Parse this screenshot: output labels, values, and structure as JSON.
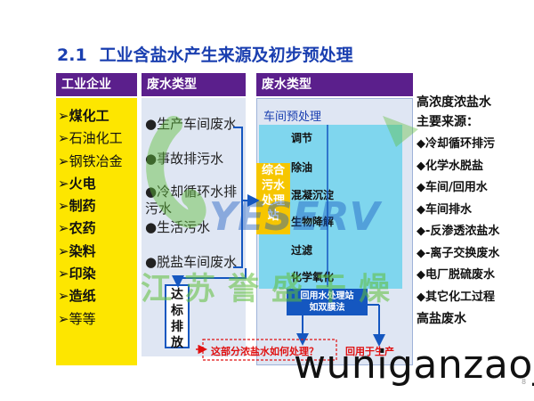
{
  "slide": {
    "section_number": "2.1",
    "title": "工业含盐水产生来源及初步预处理",
    "page_number": "8"
  },
  "industry": {
    "header": "工业企业",
    "items": [
      {
        "label": "➢煤化工",
        "bold": true
      },
      {
        "label": "➢石油化工",
        "bold": false
      },
      {
        "label": "➢钢铁冶金",
        "bold": false
      },
      {
        "label": "➢火电",
        "bold": true
      },
      {
        "label": "➢制药",
        "bold": true
      },
      {
        "label": "➢农药",
        "bold": true
      },
      {
        "label": "➢染料",
        "bold": true
      },
      {
        "label": "➢印染",
        "bold": true
      },
      {
        "label": "➢造纸",
        "bold": true
      },
      {
        "label": "➢等等",
        "bold": false
      }
    ]
  },
  "wastewater": {
    "header": "废水类型",
    "items": [
      "●生产车间废水",
      "●事故排污水",
      "●冷却循环水排污水",
      "●生活污水",
      "●脱盐车间废水"
    ]
  },
  "pretreatment": {
    "header": "废水类型",
    "subtitle": "车间预处理",
    "side_label": "综合污水处理站",
    "stages": [
      "调节",
      "除油",
      "混凝沉淀",
      "生物降解",
      "过滤",
      "化学氧化"
    ],
    "station_line1": "回用水处理站",
    "station_line2": "如双膜法"
  },
  "discharge_label": "达标排放",
  "question_text": "这部分浓盐水如何处理？",
  "reuse_text": "回用于生产",
  "sources": {
    "heading_line1": "高浓度浓盐水",
    "heading_line2": "主要来源：",
    "items": [
      "◆冷却循环排污",
      "◆化学水脱盐",
      "◆车间/回用水",
      "◆车间排水",
      "◆-反渗透浓盐水",
      "◆-离子交换废水",
      "◆电厂脱硫废水",
      "◆其它化工过程"
    ],
    "footer": "高盐废水"
  },
  "watermark": {
    "logo_text": "YESERV",
    "company_text": "江苏誉盛干燥",
    "domain_text": "wuniganzaoji"
  },
  "colors": {
    "title_blue": "#1a3fb0",
    "header_purple": "#5b1f8c",
    "industry_yellow": "#fde600",
    "panel_gray_blue": "#dfe6f3",
    "pretreat_cyan": "#7fd6ee",
    "station_blue": "#1557c0",
    "side_yellow": "#f6c600",
    "alert_red": "#e01010",
    "watermark_green": "#5fbf3a"
  }
}
